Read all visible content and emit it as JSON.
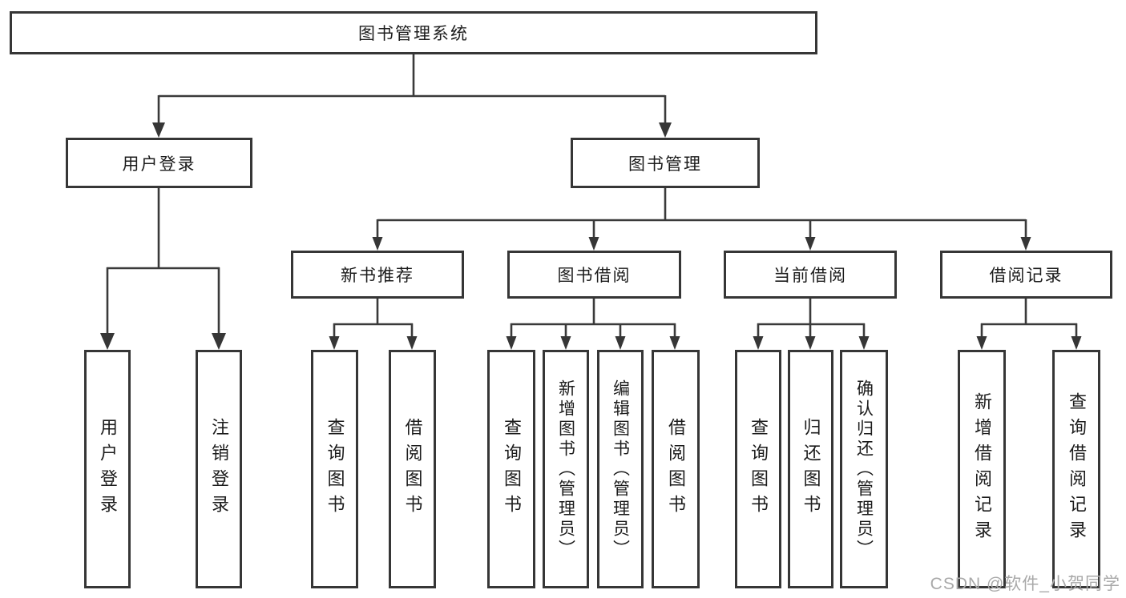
{
  "diagram": {
    "root": {
      "label": "图书管理系统"
    },
    "branches": [
      {
        "label": "用户登录",
        "children": [
          {
            "label": "用户登录"
          },
          {
            "label": "注销登录"
          }
        ]
      },
      {
        "label": "图书管理",
        "children": [
          {
            "label": "新书推荐",
            "children": [
              {
                "label": "查询图书"
              },
              {
                "label": "借阅图书"
              }
            ]
          },
          {
            "label": "图书借阅",
            "children": [
              {
                "label": "查询图书"
              },
              {
                "label": "新增图书（管理员）"
              },
              {
                "label": "编辑图书（管理员）"
              },
              {
                "label": "借阅图书"
              }
            ]
          },
          {
            "label": "当前借阅",
            "children": [
              {
                "label": "查询图书"
              },
              {
                "label": "归还图书"
              },
              {
                "label": "确认归还（管理员）"
              }
            ]
          },
          {
            "label": "借阅记录",
            "children": [
              {
                "label": "新增借阅记录"
              },
              {
                "label": "查询借阅记录"
              }
            ]
          }
        ]
      }
    ]
  },
  "watermark": {
    "text": "CSDN @软件_小贺同学"
  },
  "colors": {
    "box_border": "#363636",
    "connector_line": "#3a3a3a",
    "text": "#1c1c1c",
    "watermark": "#a9a9a9",
    "background": "#ffffff"
  }
}
